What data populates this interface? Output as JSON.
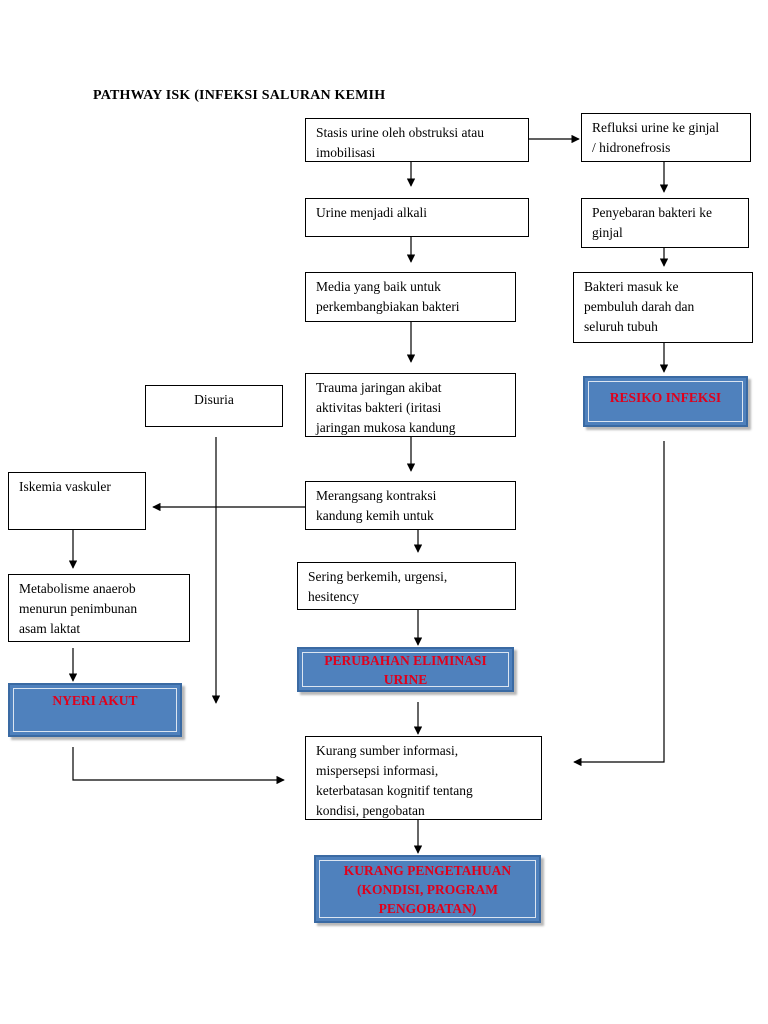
{
  "title": "PATHWAY ISK (INFEKSI SALURAN KEMIH",
  "nodes": {
    "stasis": "Stasis urine oleh obstruksi atau\nimobilisasi",
    "refluksi": "Refluksi urine ke ginjal\n/ hidronefrosis",
    "alkali": "Urine menjadi alkali",
    "penyebaran": "Penyebaran bakteri ke\nginjal",
    "media": "Media yang baik untuk\nperkembangbiakan bakteri",
    "bakteri_masuk": "Bakteri masuk ke\npembuluh darah dan\nseluruh tubuh",
    "disuria": "Disuria",
    "trauma": "Trauma jaringan akibat\naktivitas bakteri (iritasi\njaringan mukosa kandung",
    "resiko": "RESIKO INFEKSI",
    "iskemia": "Iskemia vaskuler",
    "merangsang": "Merangsang kontraksi\nkandung kemih untuk",
    "metabolisme": "Metabolisme anaerob\nmenurun penimbunan\nasam laktat",
    "sering": "Sering berkemih, urgensi,\nhesitency",
    "perubahan": "PERUBAHAN ELIMINASI\nURINE",
    "nyeri": "NYERI AKUT",
    "kurang_sumber": "Kurang sumber informasi,\nmispersepsi informasi,\nketerbatasan kognitif tentang\nkondisi, pengobatan",
    "kurang_pengetahuan": "KURANG PENGETAHUAN\n(KONDISI, PROGRAM\nPENGOBATAN)"
  },
  "colors": {
    "diagnosis_fill": "#4f81bd",
    "diagnosis_text": "#e0001b",
    "line": "#000000"
  }
}
